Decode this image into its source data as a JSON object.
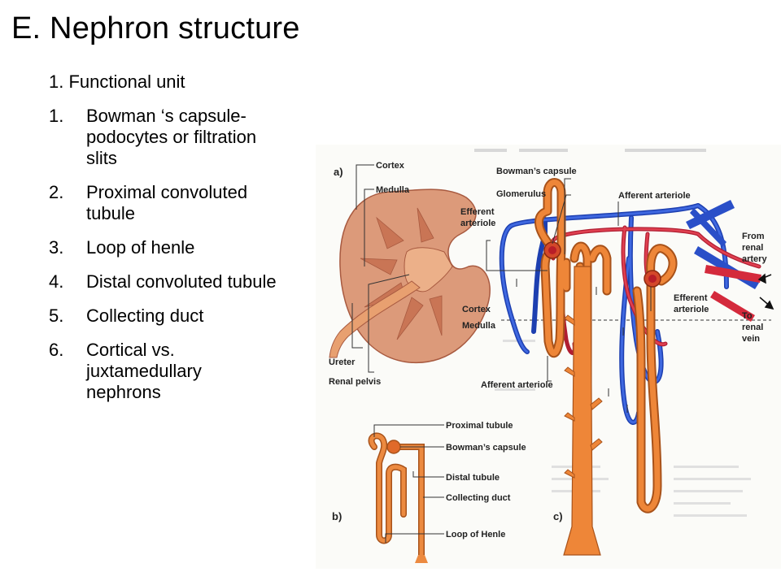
{
  "slide": {
    "title": "E.  Nephron structure",
    "subheading": "1.  Functional unit",
    "items": [
      {
        "num": "1.",
        "text": "Bowman ‘s capsule- podocytes or filtration slits"
      },
      {
        "num": "2.",
        "text": "Proximal convoluted tubule"
      },
      {
        "num": "3.",
        "text": "Loop of henle"
      },
      {
        "num": "4.",
        "text": "Distal convoluted tubule"
      },
      {
        "num": "5.",
        "text": "Collecting duct"
      },
      {
        "num": "6.",
        "text": "Cortical vs. juxtamedullary nephrons"
      }
    ]
  },
  "figure": {
    "panel_a": {
      "letter": "a)",
      "labels": {
        "cortex": "Cortex",
        "medulla": "Medulla",
        "ureter": "Ureter",
        "renal_pelvis": "Renal pelvis"
      }
    },
    "panel_b": {
      "letter": "b)",
      "labels": {
        "proximal_tubule": "Proximal tubule",
        "bowmans_capsule": "Bowman’s capsule",
        "distal_tubule": "Distal tubule",
        "collecting_duct": "Collecting duct",
        "loop_of_henle": "Loop of Henle"
      }
    },
    "panel_c": {
      "letter": "c)",
      "labels": {
        "bowmans_capsule": "Bowman’s capsule",
        "glomerulus": "Glomerulus",
        "efferent_arteriole_1": "Efferent",
        "efferent_arteriole_2": "arteriole",
        "afferent_arteriole_top": "Afferent arteriole",
        "from_1": "From",
        "from_2": "renal",
        "from_3": "artery",
        "cortex": "Cortex",
        "medulla": "Medulla",
        "efferent_right_1": "Efferent",
        "efferent_right_2": "arteriole",
        "to_1": "To",
        "to_2": "renal",
        "to_3": "vein",
        "afferent_arteriole_bottom": "Afferent arteriole"
      }
    },
    "colors": {
      "tubule": "#e8772a",
      "artery": "#d42a3c",
      "vein": "#2a4fc8",
      "kidney": "#d98a6a"
    }
  }
}
